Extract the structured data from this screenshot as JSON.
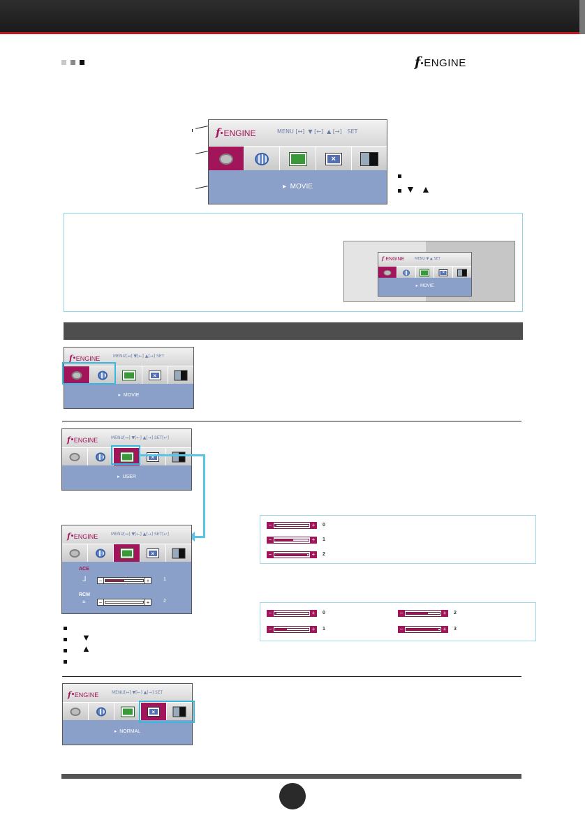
{
  "logo": {
    "f": "f",
    "text": "ENGINE"
  },
  "osd": {
    "brand_text": "ENGINE",
    "menu_label": "MENU",
    "set_label": "SET",
    "modes": [
      "movie",
      "internet",
      "user",
      "normal",
      "demo"
    ],
    "main_value": "MOVIE"
  },
  "panels": {
    "movie_value": "MOVIE",
    "user_value": "USER",
    "normal_value": "NORMAL",
    "ace_label": "ACE",
    "rcm_label": "RCM",
    "ace_value": "1",
    "rcm_value": "2"
  },
  "ace_levels": [
    {
      "label": "0",
      "level": 0.05
    },
    {
      "label": "1",
      "level": 0.55
    },
    {
      "label": "2",
      "level": 0.95
    }
  ],
  "rcm_levels_left": [
    {
      "label": "0",
      "level": 0.05
    },
    {
      "label": "1",
      "level": 0.35
    }
  ],
  "rcm_levels_right": [
    {
      "label": "2",
      "level": 0.65
    },
    {
      "label": "3",
      "level": 0.95
    }
  ],
  "colors": {
    "accent": "#a3155a",
    "body_blue": "#8aa0c8",
    "highlight": "#39b7e0",
    "top_red": "#c4151c"
  }
}
